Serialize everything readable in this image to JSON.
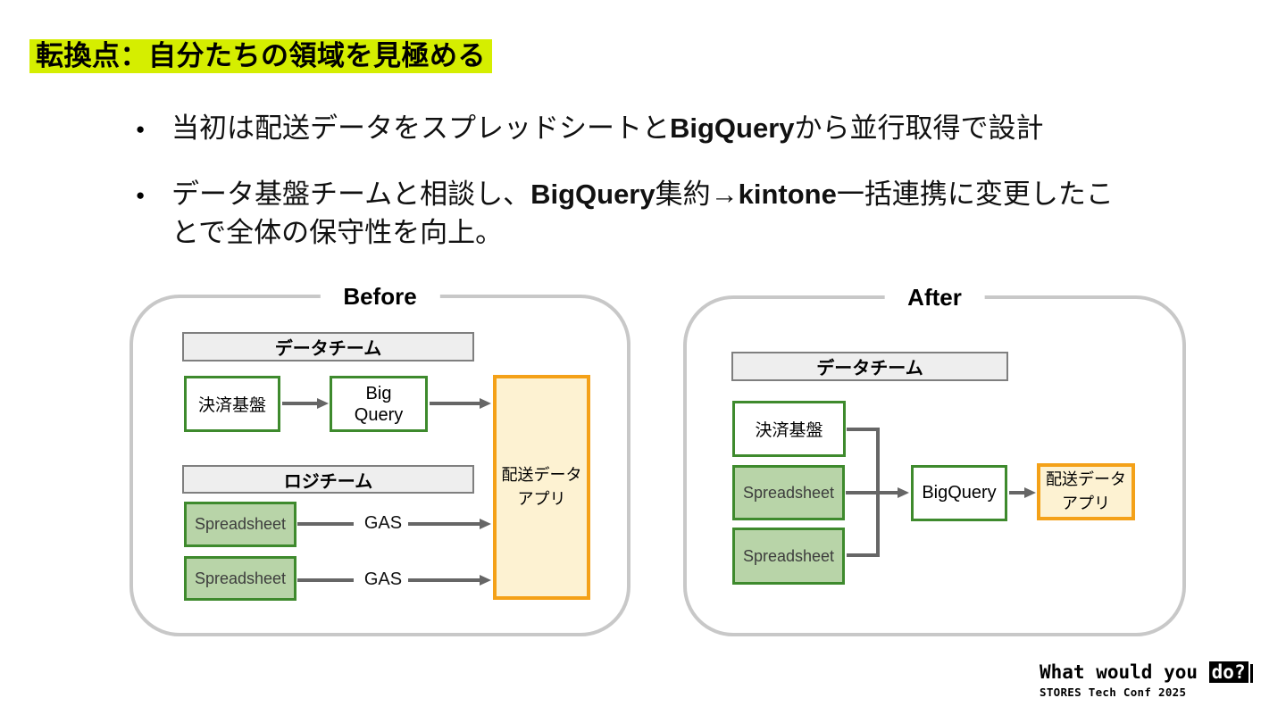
{
  "slide": {
    "title": "転換点：自分たちの領域を見極める"
  },
  "bullets": {
    "item1": {
      "seg1": "当初は配送データをスプレッドシートと",
      "seg2": "BigQuery",
      "seg3": "から並行取得で設計"
    },
    "item2": {
      "seg1": "データ基盤チームと相談し、",
      "seg2": "BigQuery",
      "seg3": "集約→",
      "seg4": "kintone",
      "seg5": "一括連携に変更したこ",
      "seg6": "とで全体の保守性を向上。"
    }
  },
  "before": {
    "panel_title": "Before",
    "team_bar_1": "データチーム",
    "team_bar_2": "ロジチーム",
    "payment_node": "決済基盤",
    "bigquery_line1": "Big",
    "bigquery_line2": "Query",
    "spreadsheet_1": "Spreadsheet",
    "spreadsheet_2": "Spreadsheet",
    "gas_1": "GAS",
    "gas_2": "GAS",
    "app_line1": "配送データ",
    "app_line2": "アプリ"
  },
  "after": {
    "panel_title": "After",
    "team_bar_1": "データチーム",
    "payment_node": "決済基盤",
    "spreadsheet_1": "Spreadsheet",
    "spreadsheet_2": "Spreadsheet",
    "bigquery": "BigQuery",
    "app_line1": "配送データ",
    "app_line2": "アプリ"
  },
  "footer": {
    "logo_text": "What would you ",
    "logo_do": "do?",
    "conf_name": "STORES Tech Conf 2025"
  },
  "colors": {
    "title_highlight": "#d5ee00",
    "panel_border": "#c8c8c8",
    "team_bar_fill": "#eeeeee",
    "team_bar_border": "#7f7f7f",
    "green_border": "#3e8a2d",
    "green_fill": "#b8d4a8",
    "orange_border": "#f4a118",
    "orange_fill": "#fdf2d2",
    "arrow": "#666666"
  }
}
